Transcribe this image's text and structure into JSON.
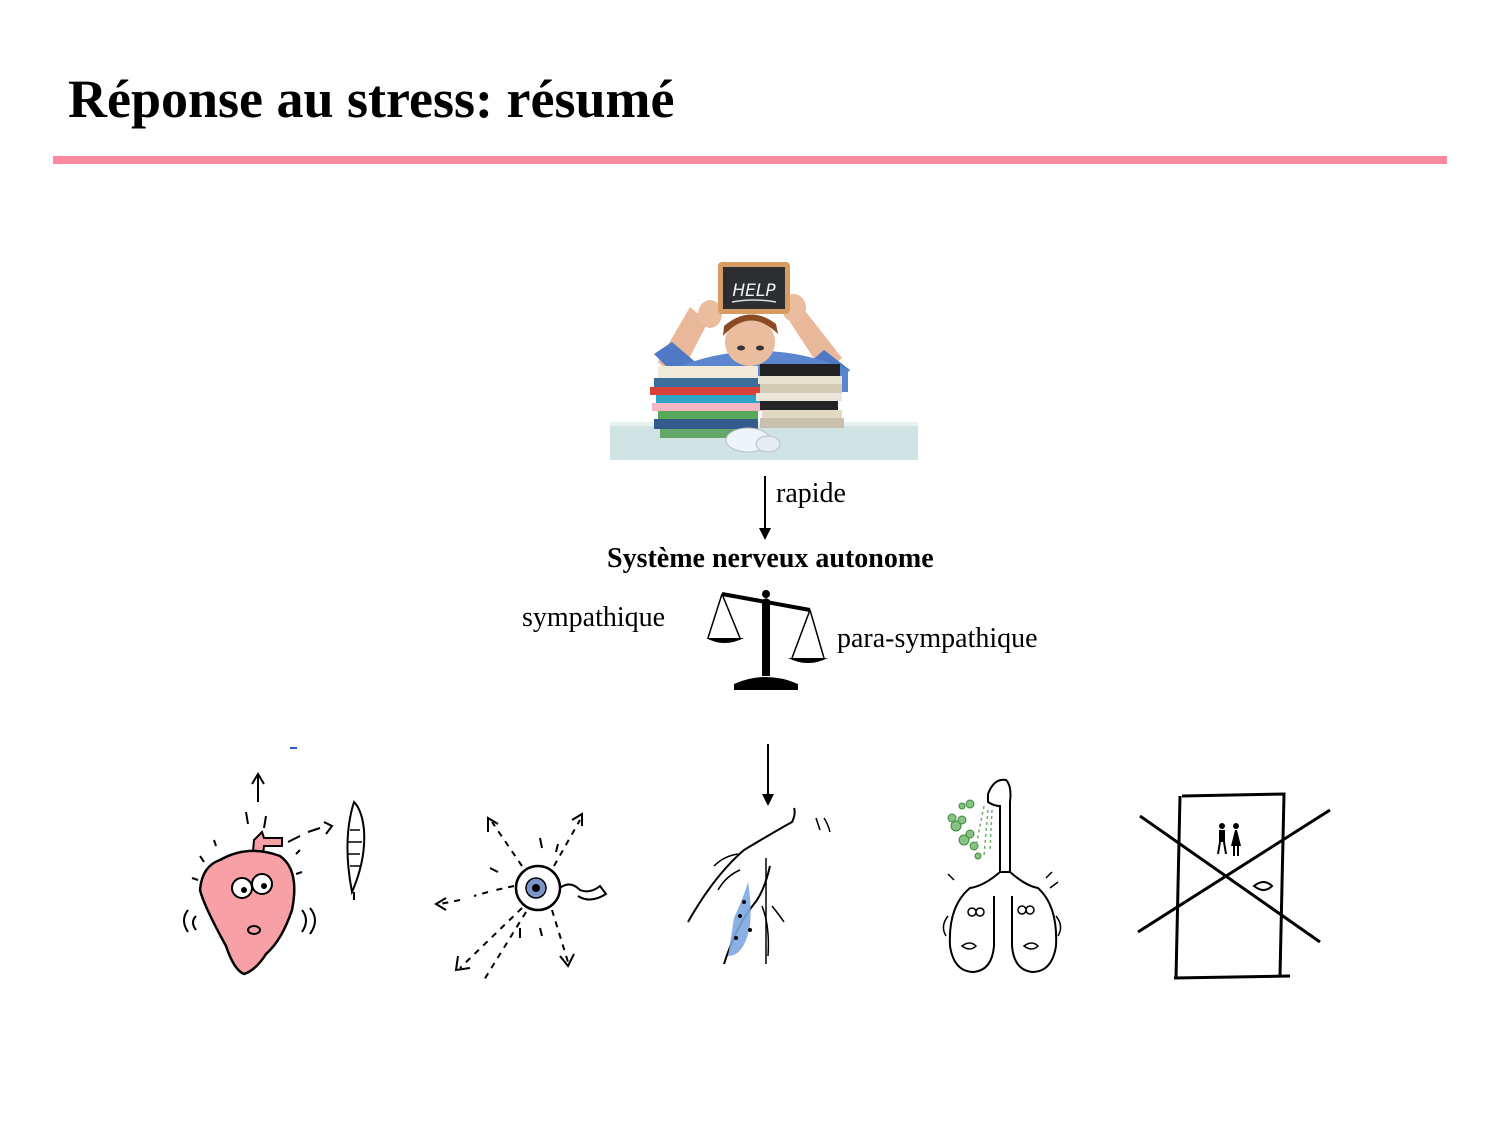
{
  "slide": {
    "title": "Réponse au stress: résumé",
    "accent_color": "#ff8aa0"
  },
  "stress_photo": {
    "sign_text": "HELP"
  },
  "diagram": {
    "arrow_label": "rapide",
    "system_label": "Système nerveux autonome",
    "left_branch": "sympathique",
    "right_branch": "para-sympathique"
  },
  "icons": [
    "heart-icon",
    "eye-pupil-icon",
    "sweating-skin-icon",
    "lungs-icon",
    "toilet-door-crossed-icon"
  ]
}
